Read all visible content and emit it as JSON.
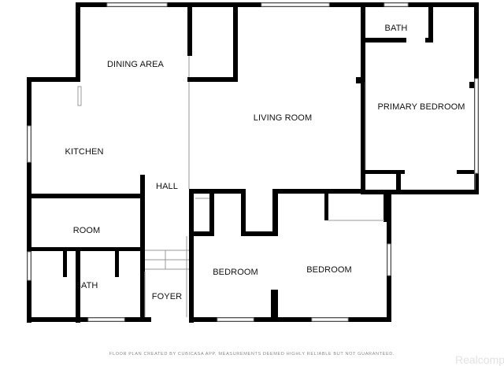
{
  "rooms": {
    "dining_area": "DINING AREA",
    "living_room": "LIVING ROOM",
    "bath_upper": "BATH",
    "primary_bedroom": "PRIMARY BEDROOM",
    "kitchen": "KITCHEN",
    "hall": "HALL",
    "room": "ROOM",
    "bath_lower": "BATH",
    "foyer": "FOYER",
    "bedroom_left": "BEDROOM",
    "bedroom_right": "BEDROOM"
  },
  "footer": {
    "disclaimer": "FLOOR PLAN CREATED BY CUBICASA APP. MEASUREMENTS DEEMED HIGHLY RELIABLE BUT NOT GUARANTEED.",
    "watermark": "Realcomp"
  },
  "colors": {
    "wall": "#000000",
    "thin_line": "#999999",
    "window": "#bbbbbb",
    "background": "#ffffff"
  }
}
